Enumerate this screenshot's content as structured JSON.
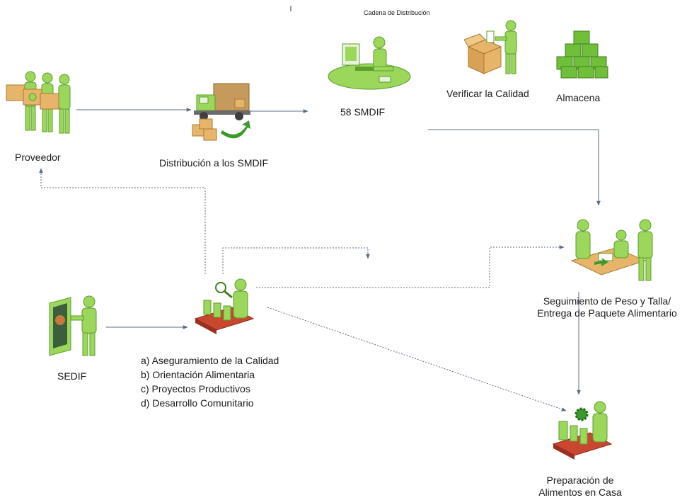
{
  "diagram": {
    "title": "Cadena de Distribución",
    "nodes": {
      "proveedor": {
        "label": "Proveedor",
        "icon": "suppliers-with-boxes-icon"
      },
      "distribucion": {
        "label": "Distribución a los SMDIF",
        "icon": "delivery-truck-icon"
      },
      "smdif": {
        "label": "58 SMDIF",
        "icon": "computer-workstation-icon"
      },
      "verificar": {
        "label": "Verificar la Calidad",
        "icon": "inspect-box-icon"
      },
      "almacena": {
        "label": "Almacena",
        "icon": "stacked-boxes-icon"
      },
      "seguimiento": {
        "label_line1": "Seguimiento de Peso y Talla/",
        "label_line2": "Entrega de Paquete Alimentario",
        "icon": "meeting-table-icon"
      },
      "sedif": {
        "label": "SEDIF",
        "icon": "presentation-board-icon"
      },
      "programas": {
        "icon": "quality-conveyor-icon",
        "items": [
          "a) Aseguramiento de la Calidad",
          "b) Orientación Alimentaria",
          "c) Proyectos Productivos",
          "d) Desarrollo Comunitario"
        ]
      },
      "preparacion": {
        "label_line1": "Preparación de",
        "label_line2": "Alimentos en Casa",
        "icon": "production-conveyor-icon"
      }
    },
    "colors": {
      "figure_green": "#9ad75a",
      "figure_dark": "#5e9e2e",
      "box_tan": "#e7b56a",
      "truck_tan": "#c69a5c",
      "conveyor_red": "#c9462f",
      "arrow": "#5b6b80"
    }
  }
}
